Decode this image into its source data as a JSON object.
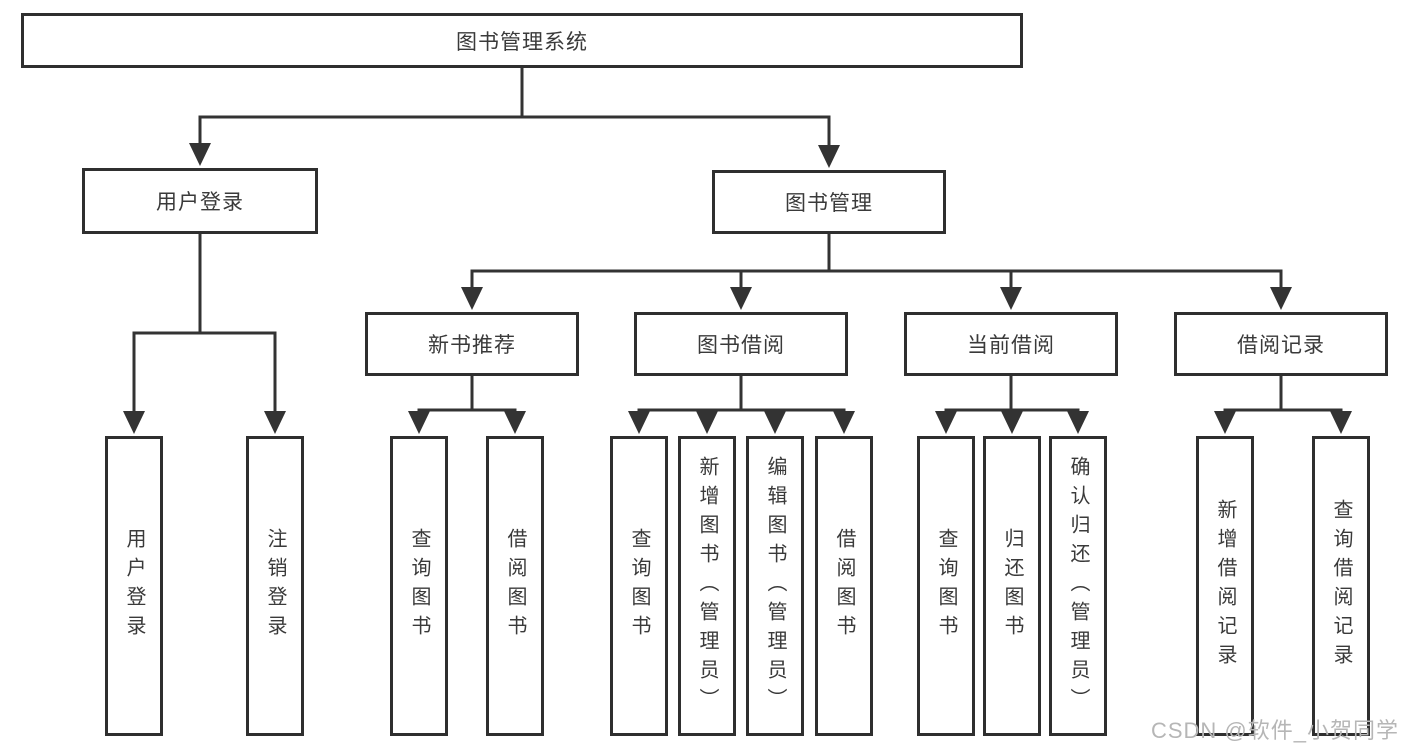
{
  "tree": {
    "root": "图书管理系统",
    "branches": [
      {
        "label": "用户登录",
        "children": [
          {
            "label": "用户登录"
          },
          {
            "label": "注销登录"
          }
        ]
      },
      {
        "label": "图书管理",
        "children": [
          {
            "label": "新书推荐",
            "children": [
              {
                "label": "查询图书"
              },
              {
                "label": "借阅图书"
              }
            ]
          },
          {
            "label": "图书借阅",
            "children": [
              {
                "label": "查询图书"
              },
              {
                "label": "新增图书（管理员）"
              },
              {
                "label": "编辑图书（管理员）"
              },
              {
                "label": "借阅图书"
              }
            ]
          },
          {
            "label": "当前借阅",
            "children": [
              {
                "label": "查询图书"
              },
              {
                "label": "归还图书"
              },
              {
                "label": "确认归还（管理员）"
              }
            ]
          },
          {
            "label": "借阅记录",
            "children": [
              {
                "label": "新增借阅记录"
              },
              {
                "label": "查询借阅记录"
              }
            ]
          }
        ]
      }
    ]
  },
  "watermark": "CSDN @软件_小贺同学",
  "colors": {
    "line": "#333333",
    "box_border": "#2f2f2f",
    "text": "#3a3a3a",
    "watermark": "#b6b6b6",
    "background": "#ffffff"
  }
}
